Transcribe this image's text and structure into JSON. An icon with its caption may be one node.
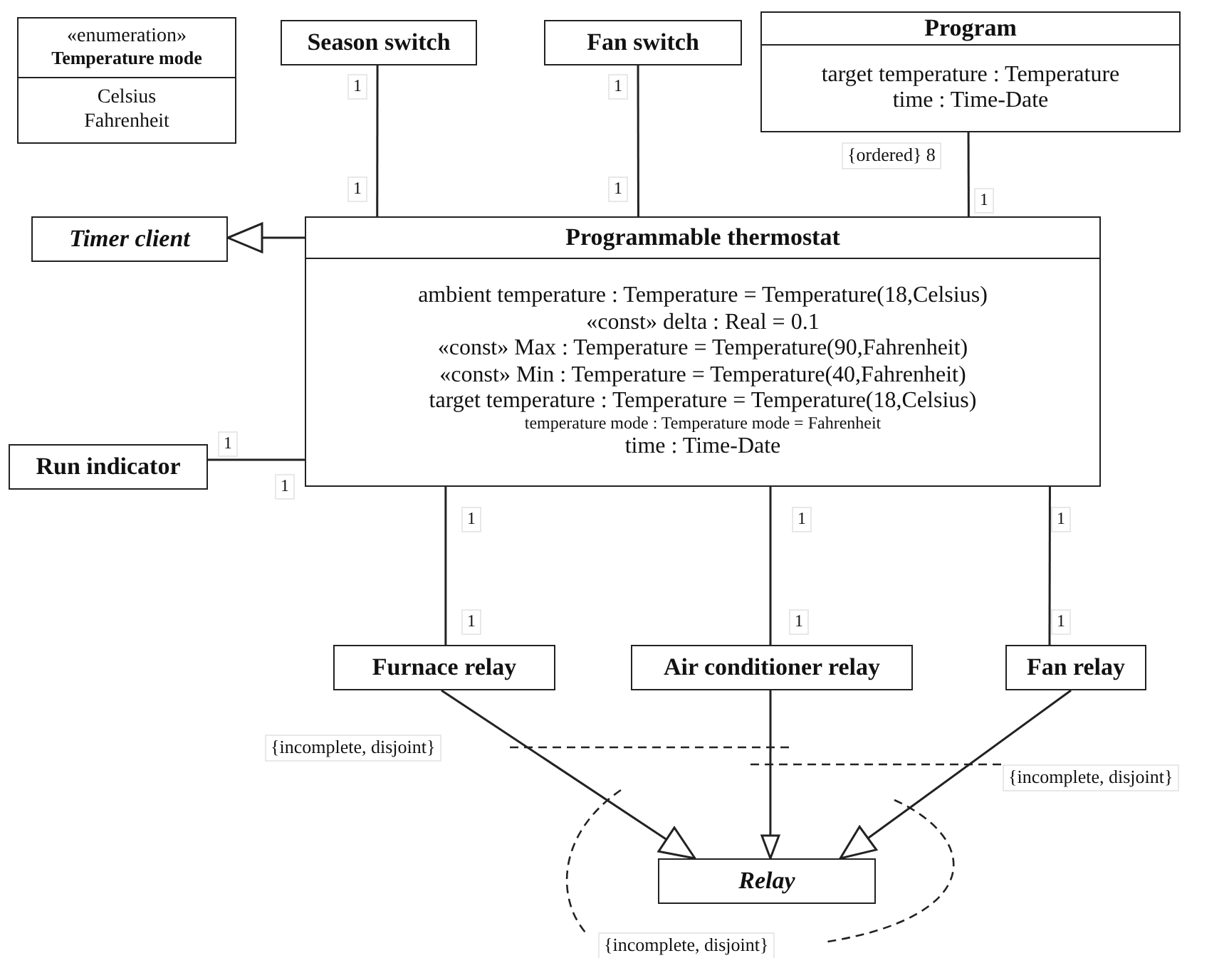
{
  "diagram": {
    "nodes": [
      {
        "text": [
          "«enumeration»",
          "Temperature mode",
          "Celsius",
          "Fahrenheit"
        ]
      },
      {
        "text": [
          "Season switch"
        ]
      },
      {
        "text": [
          "Fan switch"
        ]
      },
      {
        "text": [
          "Program",
          "target temperature : Temperature",
          "time : Time-Date"
        ]
      },
      {
        "text": [
          "Timer client"
        ]
      },
      {
        "text": [
          "Programmable thermostat",
          "ambient temperature : Temperature = Temperature(18,Celsius)",
          "«const» delta : Real = 0.1",
          "«const» Max : Temperature = Temperature(90,Fahrenheit)",
          "«const» Min : Temperature = Temperature(40,Fahrenheit)",
          "target temperature : Temperature = Temperature(18,Celsius)",
          "temperature mode : Temperature mode = Fahrenheit",
          "time : Time-Date"
        ]
      },
      {
        "text": [
          "Run indicator"
        ]
      },
      {
        "text": [
          "Furnace relay"
        ]
      },
      {
        "text": [
          "Air conditioner relay"
        ]
      },
      {
        "text": [
          "Fan relay"
        ]
      },
      {
        "text": [
          "Relay"
        ]
      }
    ],
    "edges": [
      {
        "from": 5,
        "to": 4,
        "arrow": "to"
      },
      {
        "from": 1,
        "to": 5,
        "arrow": "none"
      },
      {
        "from": 2,
        "to": 5,
        "arrow": "none"
      },
      {
        "from": 3,
        "to": 5,
        "arrow": "none"
      },
      {
        "from": 6,
        "to": 5,
        "arrow": "none"
      },
      {
        "from": 5,
        "to": 7,
        "arrow": "none"
      },
      {
        "from": 5,
        "to": 8,
        "arrow": "none"
      },
      {
        "from": 5,
        "to": 9,
        "arrow": "none"
      },
      {
        "from": 7,
        "to": 10,
        "arrow": "to"
      },
      {
        "from": 8,
        "to": 10,
        "arrow": "to"
      },
      {
        "from": 9,
        "to": 10,
        "arrow": "to"
      }
    ],
    "labels": [
      "1",
      "1",
      "{ordered} 8",
      "1",
      "1",
      "1",
      "1",
      "1",
      "1",
      "1",
      "1",
      "1",
      "1",
      "1",
      "{incomplete, disjoint}",
      "{incomplete, disjoint}",
      "{incomplete, disjoint}"
    ]
  }
}
